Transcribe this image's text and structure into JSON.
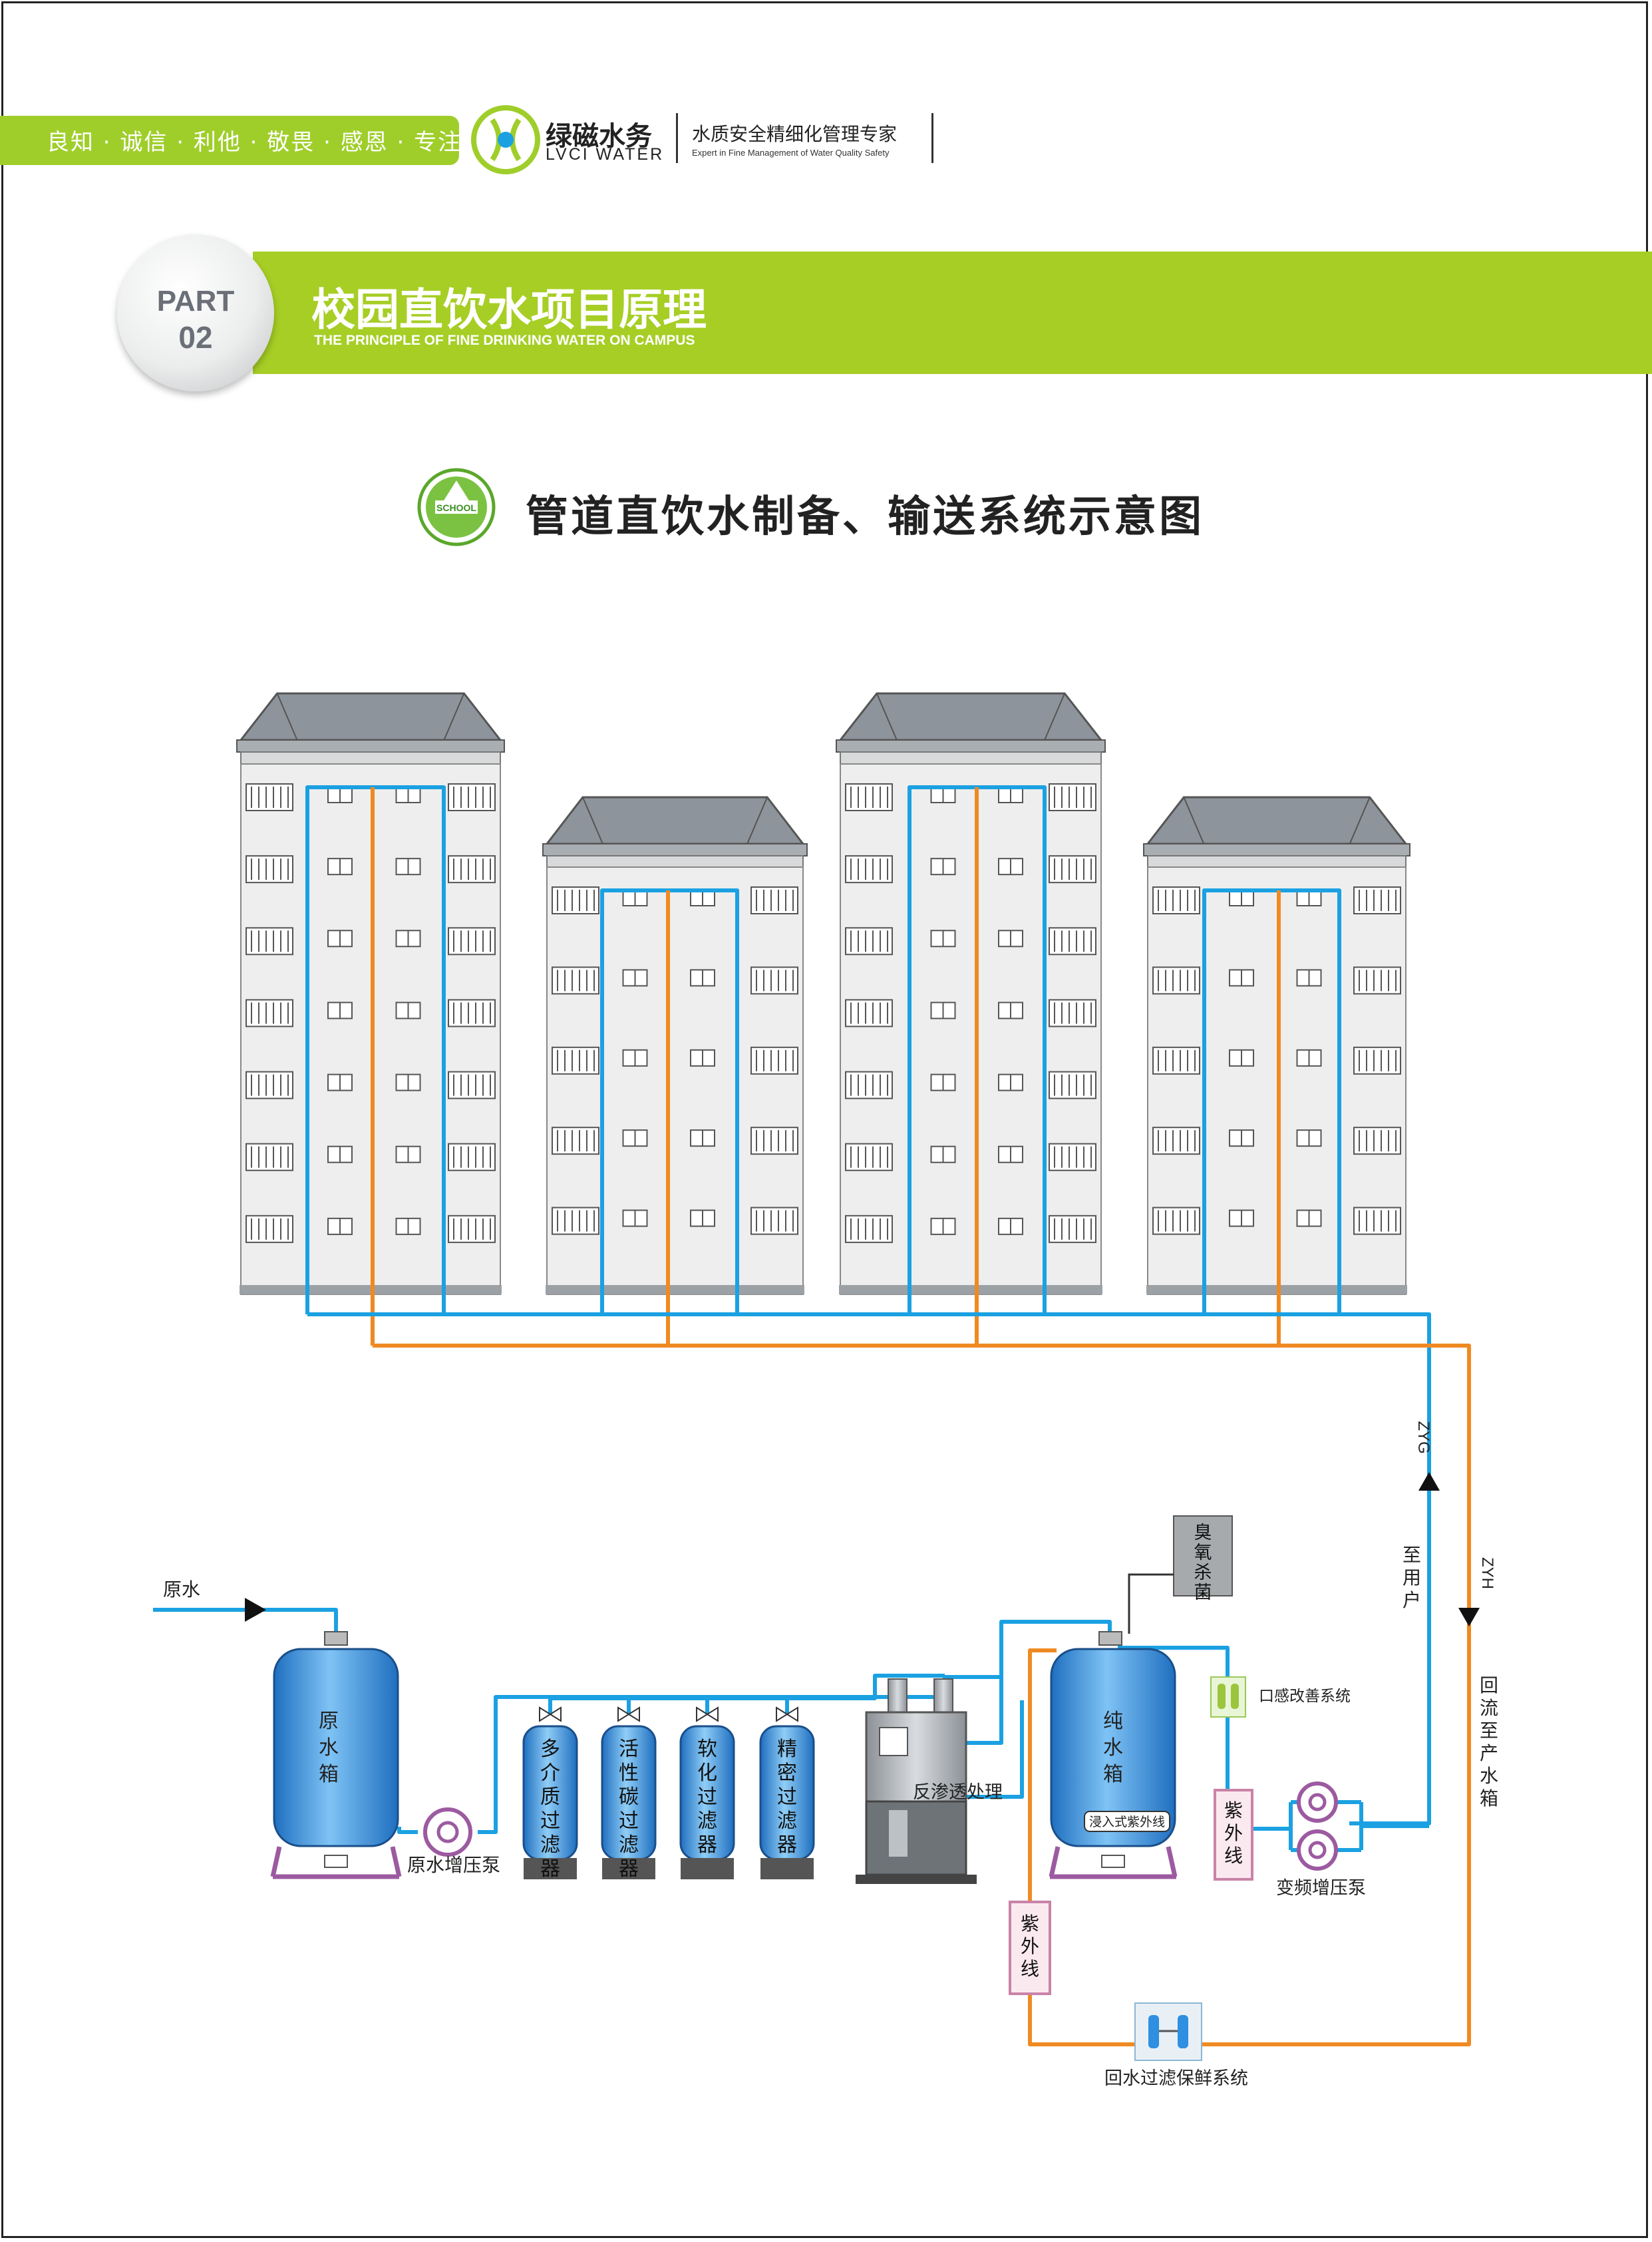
{
  "header": {
    "motto": "良知 · 诚信 · 利他 · 敬畏 · 感恩 · 专注",
    "brand_name": "绿磁水务",
    "brand_en": "LVCI WATER",
    "tagline": "水质安全精细化管理专家",
    "tagline_en": "Expert in Fine Management of Water Quality Safety"
  },
  "section": {
    "part_word": "PART",
    "part_number": "02",
    "title": "校园直饮水项目原理",
    "title_en": "THE PRINCIPLE OF FINE DRINKING WATER ON CAMPUS"
  },
  "diagram": {
    "badge_text": "SCHOOL",
    "title": "管道直饮水制备、输送系统示意图",
    "labels": {
      "raw_water": "原水",
      "raw_tank": "原水箱",
      "raw_pump": "原水增压泵",
      "multi_filter": "多介质过滤器",
      "carbon_filter": "活性碳过滤器",
      "softener": "软化过滤器",
      "precision_filter": "精密过滤器",
      "ro": "反渗透处理",
      "ozone": "臭氧杀菌",
      "pure_tank": "纯水箱",
      "immersed_uv": "浸入式紫外线",
      "taste_system": "口感改善系统",
      "uv": "紫外线",
      "vf_pump": "变频增压泵",
      "uv_return": "紫外线",
      "return_filter": "回水过滤保鲜系统",
      "to_user": "至用户",
      "return_to_tank": "回流至产水箱",
      "zyg": "ZYG",
      "zyh": "ZYH"
    },
    "colors": {
      "supply": "#1ba1e2",
      "return": "#ef8a22",
      "tank": "#2f8fe0",
      "stand": "#9c5aa0",
      "roof": "#8e949b",
      "wall": "#eeeeee",
      "accent": "#a6ce25"
    }
  }
}
